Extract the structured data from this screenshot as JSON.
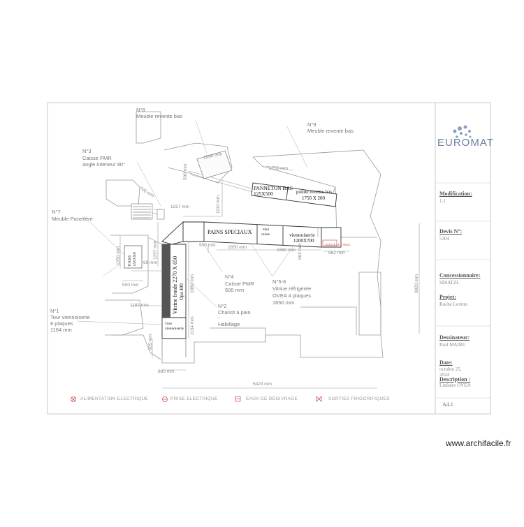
{
  "title_block": {
    "brand": "EUROMAT",
    "modification_label": "Modification:",
    "modification_value": "1.1",
    "devis_label": "Devis N°:",
    "devis_value": "5304",
    "concessionnaire_label": "Concessionnaire:",
    "concessionnaire_value": "SDIATZL",
    "projet_label": "Projet:",
    "projet_value": "Roche Lovton",
    "dessinateur_label": "Dessinateur:",
    "dessinateur_value": "Paul MAIRE",
    "date_label": "Date:",
    "date_value_1": "octobre 25,",
    "date_value_2": "2024",
    "description_label": "Description :",
    "description_value": "Linéaire OVEA",
    "sheet": "A4.1"
  },
  "callouts": {
    "n8_num": "N°8",
    "n8_text": "Meuble revente bas",
    "n9_num": "N°9",
    "n9_text": "Meuble revente bas",
    "n3_num": "N°3",
    "n3_line1": "Caisse PMR",
    "n3_line2": "angle intérieur 90°",
    "n7_num": "N°7",
    "n7_text": "Meuble Panetière",
    "n1_num": "N°1",
    "n1_line1": "Tour viennoiserie",
    "n1_line2": "8 plaques",
    "n1_line3": "1164 mm",
    "n4_num": "N°4",
    "n4_line1": "Caisse PMR",
    "n4_line2": "500 mm",
    "n2_num": "N°2",
    "n2_line1": "Chariot à pain",
    "n2_line2": "-",
    "n2_line3": "Habillage",
    "n56_num": "N°5-6",
    "n56_line1": "Vitrine réfrigérée",
    "n56_line2": "OVEA 4 plaques",
    "n56_line3": "1650 mm"
  },
  "boxes": {
    "panneton_1": "PANNETON BAS",
    "panneton_2": "125X500",
    "pointe_1": "pointe revente bas",
    "pointe_2": "1750 X 200",
    "pains_speciaux": "PAINS SPECIAUX",
    "mini_1": "mini",
    "mini_2": "caisse",
    "viennoiserie_1": "viennoiserie",
    "viennoiserie_2": "1200X700",
    "vitrine_1": "Vitrine froide 2270 X 650",
    "vitrine_2": "Opa 400",
    "small_1": "Tour",
    "small_2": "viennoiserie",
    "floor_1": "TOURS",
    "floor_2": "1250X500",
    "stock_mag": "STOCKAGE MAG"
  },
  "dimensions": {
    "d1000": "1000 mm",
    "d500a": "500 mm",
    "d700": "700 mm",
    "d1750": "1750 mm",
    "d1257a": "1257 mm",
    "d1110": "1110 mm",
    "d1257b": "1257 mm",
    "d500b": "500 mm",
    "d1650a": "1650 mm",
    "d1650b": "1650 mm",
    "d562": "562 mm",
    "d663": "663 mm",
    "d1250": "1250 mm",
    "d500c": "500 mm",
    "d69": "69 mm",
    "d1182": "1182 mm",
    "d1880": "1880 mm",
    "d1164": "1164 mm",
    "d305": "305 mm",
    "d880": "880 mm",
    "d5423": "5423 mm",
    "d3820": "3820 mm"
  },
  "legend": {
    "alim": "ALIMENTATION ELECTRIQUE",
    "prise": "PRISE ELECTRIQUE",
    "eaux": "EAUX DE DÉGIVRAGE",
    "sorties": "SORTIES FRIGORIFIQUES"
  },
  "watermark": "www.archifacile.fr",
  "colors": {
    "line": "#9a9a9a",
    "dark_fill": "#555555",
    "accent_red": "#d04040"
  }
}
